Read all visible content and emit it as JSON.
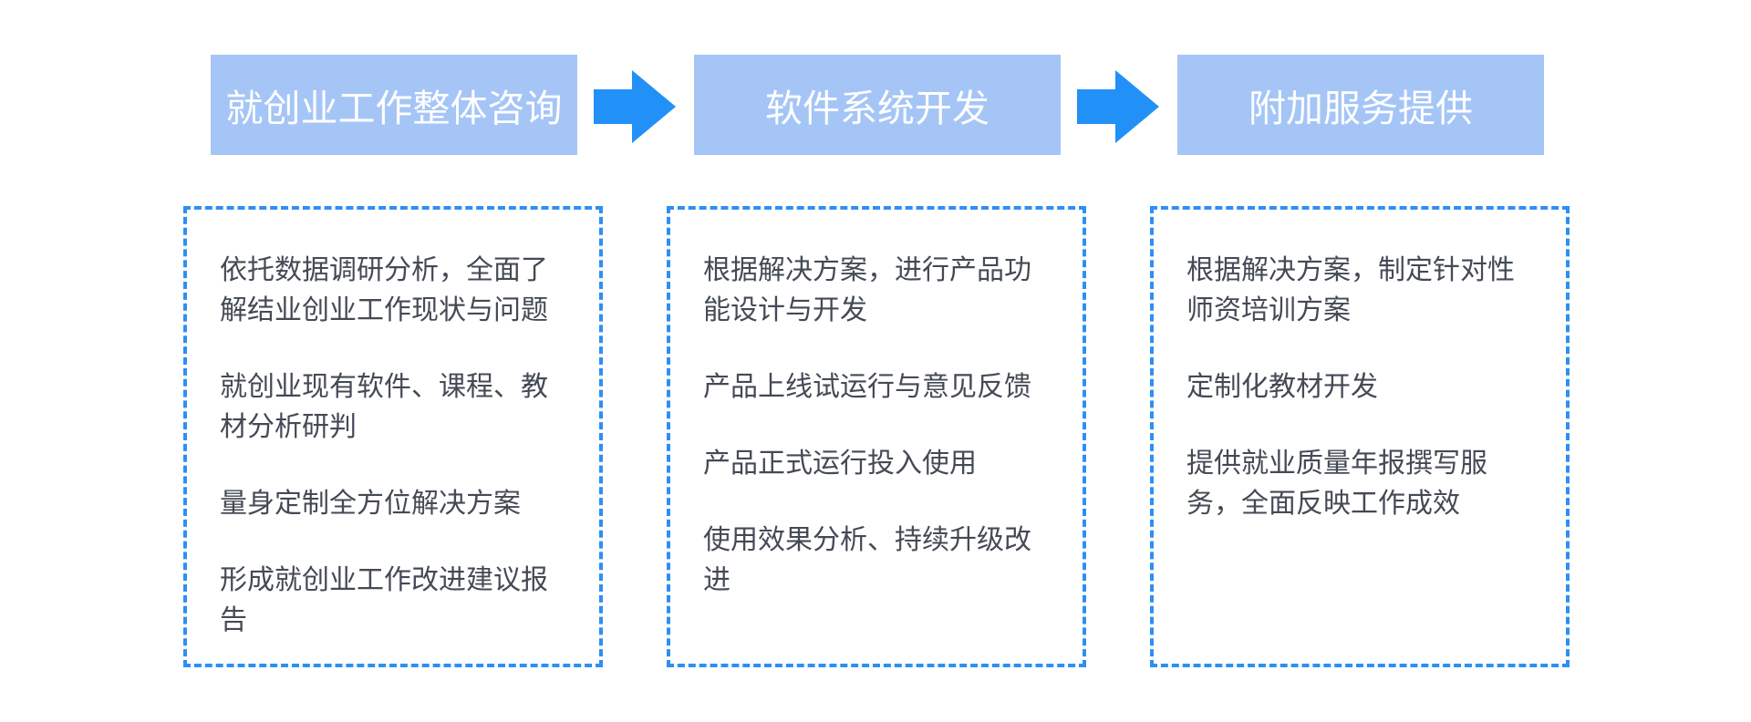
{
  "colors": {
    "header_background": "#a5c5f7",
    "header_text": "#ffffff",
    "arrow": "#2191f7",
    "panel_border": "#2d8ff5",
    "item_text": "#444a55"
  },
  "stages": [
    {
      "title": "就创业工作整体咨询",
      "items": [
        "依托数据调研分析，全面了解结业创业工作现状与问题",
        "就创业现有软件、课程、教材分析研判",
        "量身定制全方位解决方案",
        "形成就创业工作改进建议报告"
      ]
    },
    {
      "title": "软件系统开发",
      "items": [
        "根据解决方案，进行产品功能设计与开发",
        "产品上线试运行与意见反馈",
        "产品正式运行投入使用",
        "使用效果分析、持续升级改进"
      ]
    },
    {
      "title": "附加服务提供",
      "items": [
        "根据解决方案，制定针对性师资培训方案",
        "定制化教材开发",
        "提供就业质量年报撰写服务，全面反映工作成效"
      ]
    }
  ],
  "connectors": [
    {
      "from": "就创业工作整体咨询",
      "to": "软件系统开发",
      "icon": "right-arrow-icon"
    },
    {
      "from": "软件系统开发",
      "to": "附加服务提供",
      "icon": "right-arrow-icon"
    }
  ]
}
